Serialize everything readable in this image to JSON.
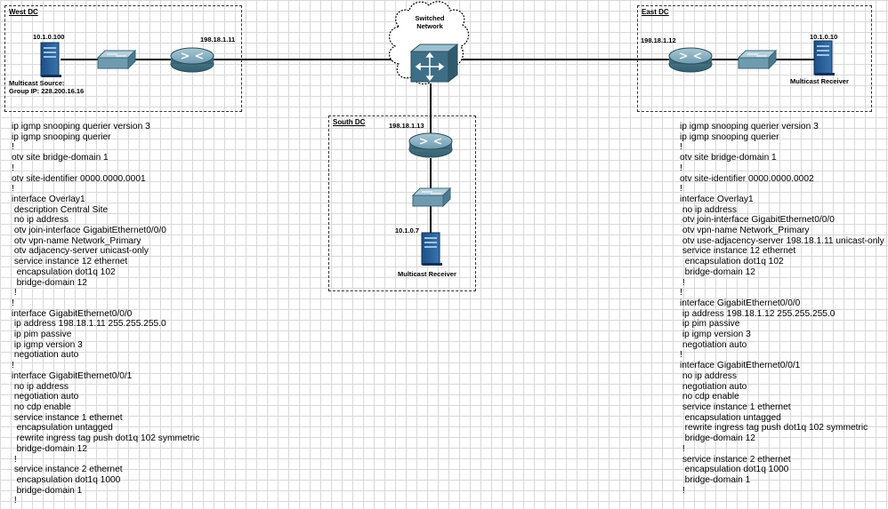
{
  "zones": {
    "west": {
      "title": "West DC"
    },
    "east": {
      "title": "East DC"
    },
    "south": {
      "title": "South DC"
    }
  },
  "network": {
    "cloud_label": "Switched Network"
  },
  "west": {
    "server_ip": "10.1.0.100",
    "router_ip": "198.18.1.11",
    "source_label": "Multicast Source:",
    "group_label": "Group IP: 228.200.16.16"
  },
  "east": {
    "router_ip": "198.18.1.12",
    "server_ip": "10.1.0.10",
    "receiver_label": "Multicast Receiver"
  },
  "south": {
    "router_ip": "198.18.1.13",
    "server_ip": "10.1.0.7",
    "receiver_label": "Multicast Receiver"
  },
  "configs": {
    "west": [
      "ip igmp snooping querier version 3",
      "ip igmp snooping querier",
      "!",
      "otv site bridge-domain 1",
      "!",
      "otv site-identifier 0000.0000.0001",
      "!",
      "interface Overlay1",
      " description Central Site",
      " no ip address",
      " otv join-interface GigabitEthernet0/0/0",
      " otv vpn-name Network_Primary",
      " otv adjacency-server unicast-only",
      " service instance 12 ethernet",
      "  encapsulation dot1q 102",
      "  bridge-domain 12",
      " !",
      "!",
      "interface GigabitEthernet0/0/0",
      " ip address 198.18.1.11 255.255.255.0",
      " ip pim passive",
      " ip igmp version 3",
      " negotiation auto",
      "!",
      "interface GigabitEthernet0/0/1",
      " no ip address",
      " negotiation auto",
      " no cdp enable",
      " service instance 1 ethernet",
      "  encapsulation untagged",
      "  rewrite ingress tag push dot1q 102 symmetric",
      "  bridge-domain 12",
      " !",
      " service instance 2 ethernet",
      "  encapsulation dot1q 1000",
      "  bridge-domain 1",
      " !"
    ],
    "east": [
      "ip igmp snooping querier version 3",
      "ip igmp snooping querier",
      "!",
      "otv site bridge-domain 1",
      "!",
      "otv site-identifier 0000.0000.0002",
      "!",
      "interface Overlay1",
      " no ip address",
      " otv join-interface GigabitEthernet0/0/0",
      " otv vpn-name Network_Primary",
      " otv use-adjacency-server 198.18.1.11 unicast-only",
      " service instance 12 ethernet",
      "  encapsulation dot1q 102",
      "  bridge-domain 12",
      " !",
      "!",
      "interface GigabitEthernet0/0/0",
      " ip address 198.18.1.12 255.255.255.0",
      " ip pim passive",
      " ip igmp version 3",
      " negotiation auto",
      "!",
      "interface GigabitEthernet0/0/1",
      " no ip address",
      " negotiation auto",
      " no cdp enable",
      " service instance 1 ethernet",
      "  encapsulation untagged",
      "  rewrite ingress tag push dot1q 102 symmetric",
      "  bridge-domain 12",
      " !",
      " service instance 2 ethernet",
      "  encapsulation dot1q 1000",
      "  bridge-domain 1",
      " !"
    ]
  },
  "colors": {
    "router": "#5b8fa6",
    "switch": "#7aa4b8",
    "server": "#2a5a8c",
    "link": "#000000"
  }
}
